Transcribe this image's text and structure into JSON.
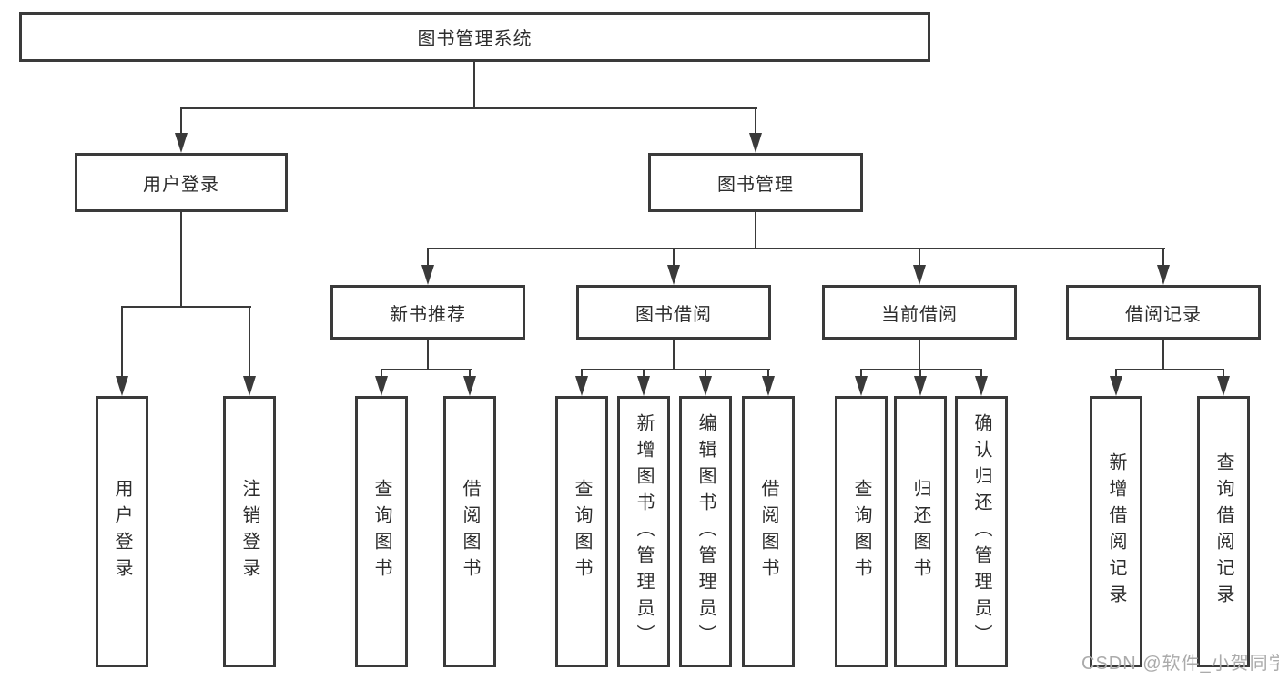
{
  "root": {
    "label": "图书管理系统"
  },
  "branches": {
    "user_login": {
      "label": "用户登录",
      "leaves": [
        {
          "label": "用户登录"
        },
        {
          "label": "注销登录"
        }
      ]
    },
    "book_mgmt": {
      "label": "图书管理",
      "children": {
        "new_book": {
          "label": "新书推荐",
          "leaves": [
            {
              "label": "查询图书"
            },
            {
              "label": "借阅图书"
            }
          ]
        },
        "borrowing": {
          "label": "图书借阅",
          "leaves": [
            {
              "label": "查询图书"
            },
            {
              "label": "新增图书（管理员）"
            },
            {
              "label": "编辑图书（管理员）"
            },
            {
              "label": "借阅图书"
            }
          ]
        },
        "current": {
          "label": "当前借阅",
          "leaves": [
            {
              "label": "查询图书"
            },
            {
              "label": "归还图书"
            },
            {
              "label": "确认归还（管理员）"
            }
          ]
        },
        "records": {
          "label": "借阅记录",
          "leaves": [
            {
              "label": "新增借阅记录"
            },
            {
              "label": "查询借阅记录"
            }
          ]
        }
      }
    }
  },
  "watermark": {
    "text": "CSDN @软件_小贺同学"
  },
  "colors": {
    "line": "#3a3a3a",
    "text": "#2d2d2d",
    "background": "#ffffff",
    "watermark": "#ababab"
  }
}
